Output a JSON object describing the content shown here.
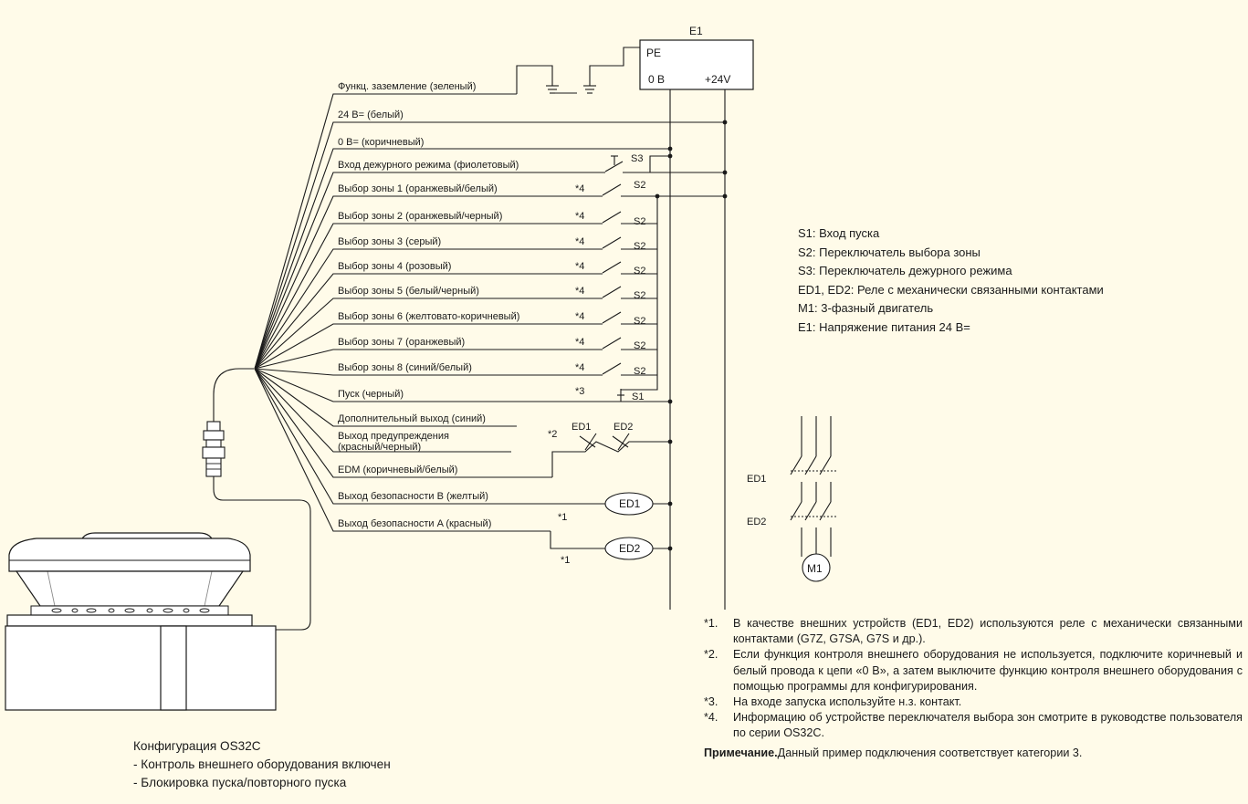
{
  "power_supply": {
    "name": "E1",
    "pe": "PE",
    "zero": "0 В",
    "plus": "+24V"
  },
  "wire_labels": [
    "Функц. заземление (зеленый)",
    "24 В= (белый)",
    "0 В= (коричневый)",
    "Вход дежурного режима (фиолетовый)",
    "Выбор зоны 1 (оранжевый/белый)",
    "Выбор зоны 2 (оранжевый/черный)",
    "Выбор зоны 3 (серый)",
    "Выбор зоны 4 (розовый)",
    "Выбор зоны 5 (белый/черный)",
    "Выбор зоны 6 (желтовато-коричневый)",
    "Выбор зоны 7 (оранжевый)",
    "Выбор зоны 8 (синий/белый)",
    "Пуск (черный)",
    "Дополнительный выход (синий)",
    "Выход предупреждения",
    "(красный/черный)",
    "EDM (коричневый/белый)",
    "Выход безопасности B (желтый)",
    "Выход безопасности A (красный)"
  ],
  "switch_labels": [
    "S3",
    "S2",
    "S2",
    "S2",
    "S2",
    "S2",
    "S2",
    "S2",
    "S2",
    "S1"
  ],
  "note_marks": [
    "*4",
    "*4",
    "*4",
    "*4",
    "*4",
    "*4",
    "*4",
    "*4",
    "*3",
    "*2",
    "*1",
    "*1"
  ],
  "devices": {
    "ed1": "ED1",
    "ed2": "ED2",
    "motor": "M1"
  },
  "legend": [
    "S1: Вход пуска",
    "S2: Переключатель выбора зоны",
    "S3: Переключатель дежурного режима",
    "ED1, ED2: Реле с механически связанными контактами",
    "M1: 3-фазный двигатель",
    "E1: Напряжение питания 24 В="
  ],
  "notes": [
    {
      "num": "*1.",
      "text": "В качестве внешних устройств (ED1, ED2) используются реле с механически связанными контактами (G7Z, G7SA, G7S и др.)."
    },
    {
      "num": "*2.",
      "text": "Если функция контроля внешнего оборудования не используется, подключите коричневый и белый провода к цепи «0 В», а затем выключите функцию контроля внешнего оборудования с помощью программы для конфигурирования."
    },
    {
      "num": "*3.",
      "text": "На входе запуска используйте н.з. контакт."
    },
    {
      "num": "*4.",
      "text": "Информацию об устройстве переключателя выбора зон смотрите в руководстве пользователя по серии OS32C."
    }
  ],
  "remark": {
    "bold": "Примечание.",
    "text": "Данный пример подключения соответствует категории 3."
  },
  "configuration": {
    "title": "Конфигурация OS32C",
    "items": [
      "- Контроль внешнего оборудования включен",
      "- Блокировка пуска/повторного пуска"
    ]
  },
  "colors": {
    "background": "#fffbe9",
    "line": "#1a1a1a",
    "device_fill": "#ffffff"
  }
}
